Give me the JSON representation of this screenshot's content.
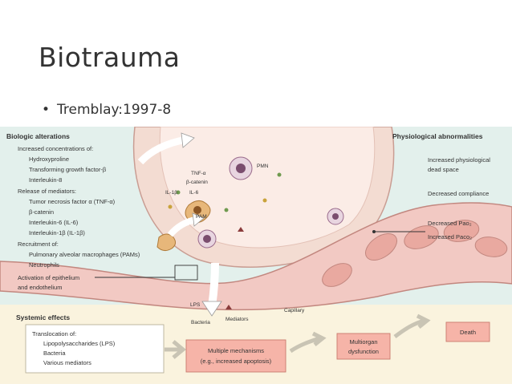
{
  "slide": {
    "title": "Biotrauma",
    "bullet": "Tremblay:1997-8",
    "bullet_marker": "•"
  },
  "diagram": {
    "left_panel": {
      "heading": "Biologic alterations",
      "items": [
        "Increased concentrations of:",
        "Hydroxyproline",
        "Transforming growth factor-β",
        "Interleukin-8",
        "Release of mediators:",
        "Tumor necrosis factor α (TNF-α)",
        "β-catenin",
        "Interleukin-6 (IL-6)",
        "Interleukin-1β (IL-1β)",
        "Recruitment of:",
        "Pulmonary alveolar macrophages (PAMs)",
        "Neutrophils",
        "Activation of epithelium",
        "and endothelium"
      ]
    },
    "right_panel": {
      "heading": "Physiological abnormalities",
      "items": [
        "Increased physiological",
        "dead space",
        "Decreased compliance",
        "Decreased Pao₂",
        "Increased Paco₂"
      ]
    },
    "cell_labels": {
      "tnf": "TNF-α",
      "catenin": "β-catenin",
      "il1": "IL-1β",
      "il6": "IL-6",
      "pmn": "PMN",
      "pam": "PAM",
      "lps": "LPS",
      "bacteria": "Bacteria",
      "mediators": "Mediators",
      "capillary": "Capillary"
    },
    "systemic": {
      "heading": "Systemic effects",
      "translocation": [
        "Translocation of:",
        "Lipopolysaccharides (LPS)",
        "Bacteria",
        "Various mediators"
      ],
      "mechanisms": [
        "Multiple mechanisms",
        "(e.g., increased apoptosis)"
      ],
      "multiorgan": [
        "Multiorgan",
        "dysfunction"
      ],
      "death": "Death"
    }
  }
}
